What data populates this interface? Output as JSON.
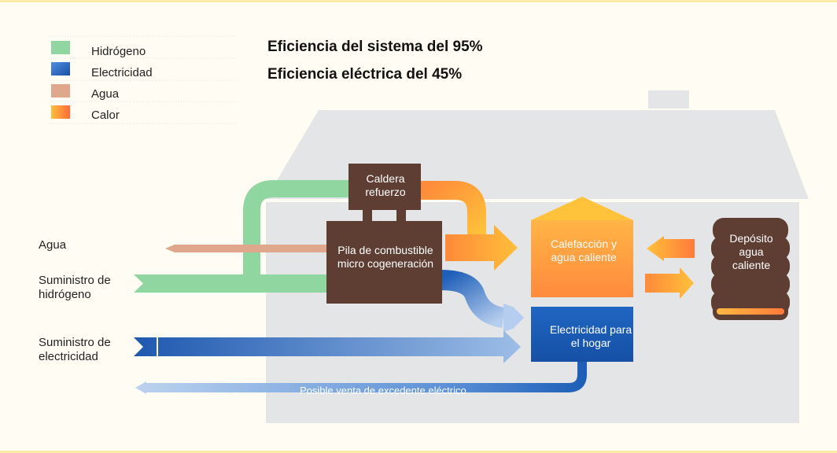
{
  "legend": [
    {
      "label": "Hidrógeno",
      "color": "#8fd6a0"
    },
    {
      "label": "Electricidad",
      "color": "#1f5fb8"
    },
    {
      "label": "Agua",
      "color": "#dfa88c"
    },
    {
      "label": "Calor",
      "color": "#ff8a3a"
    }
  ],
  "headline": {
    "system_efficiency": "Eficiencia del sistema del 95%",
    "electric_efficiency": "Eficiencia eléctrica del 45%"
  },
  "inputs": {
    "water": "Agua",
    "hydrogen_supply": "Suministro de hidrógeno",
    "electricity_supply": "Suministro de electricidad"
  },
  "nodes": {
    "boiler": "Caldera refuerzo",
    "fuel_cell": "Pila de combustible micro cogeneración",
    "heating": "Calefacción y agua caliente",
    "tank": "Depósito agua caliente",
    "home_power": "Electricidad para el hogar"
  },
  "outputs": {
    "surplus_sale": "Posible venta de excedente eléctrico"
  },
  "colors": {
    "hydrogen": "#8fd6a0",
    "electricity": "#1f5fb8",
    "water": "#dfa88c",
    "heat_start": "#ff7b3a",
    "heat_end": "#ffc040",
    "device": "#5e3d33",
    "house": "#e4e5e6",
    "background": "#fffdf3"
  }
}
